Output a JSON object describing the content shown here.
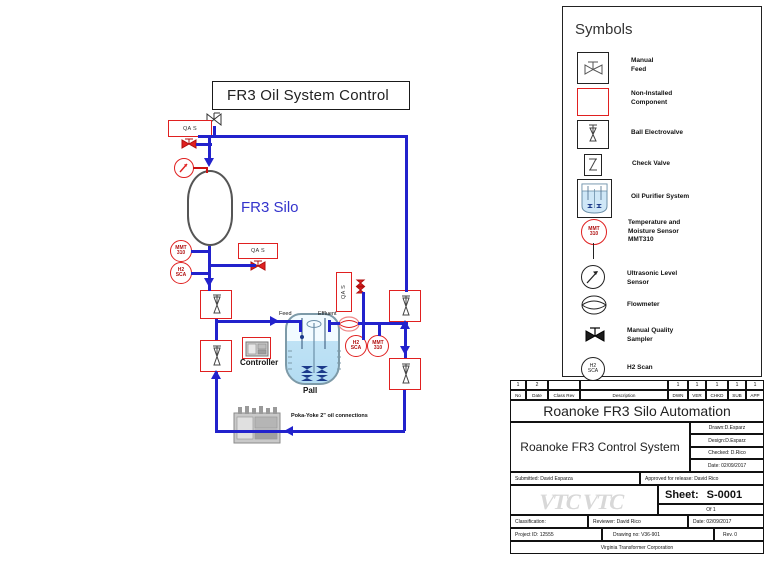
{
  "drawing": {
    "main_title": "FR3 Oil System Control",
    "silo_label": "FR3 Silo",
    "pall_label": "Pall",
    "controller_label": "Controller",
    "feed_label": "Feed",
    "effluent_label": "Effluent",
    "poka_yoke_note": "Poka-Yoke 2\" oil connections",
    "tags": {
      "qa_s": "QA S",
      "mmt_line1": "MMT",
      "mmt_line2": "310",
      "h2_line1": "H2",
      "h2_line2": "SCA"
    }
  },
  "legend": {
    "heading": "Symbols",
    "items": [
      {
        "icon": "manual-feed-valve-icon",
        "label": "Manual\nFeed"
      },
      {
        "icon": "non-installed-component-icon",
        "label": "Non-Installed\nComponent"
      },
      {
        "icon": "ball-electrovalve-icon",
        "label": "Ball Electrovalve"
      },
      {
        "icon": "check-valve-icon",
        "label": "Check Valve"
      },
      {
        "icon": "oil-purifier-system-icon",
        "label": "Oil Purifier System"
      },
      {
        "icon": "temperature-moisture-sensor-icon",
        "label": "Temperature and\nMoisture Sensor\nMMT310"
      },
      {
        "icon": "ultrasonic-level-sensor-icon",
        "label": "Ultrasonic Level\nSensor"
      },
      {
        "icon": "flowmeter-icon",
        "label": "Flowmeter"
      },
      {
        "icon": "manual-quality-sampler-icon",
        "label": "Manual Quality\nSampler"
      },
      {
        "icon": "h2-scan-icon",
        "label": "H2 Scan"
      }
    ]
  },
  "title_block": {
    "rev_numbers": [
      "1",
      "2",
      "",
      "",
      "1",
      "1",
      "1",
      "1",
      "1"
    ],
    "rev_headers": [
      "No",
      "Date",
      "Class Rev",
      "Description",
      "DWN",
      "VER",
      "CHKD",
      "SUB",
      "APP"
    ],
    "project_title": "Roanoke FR3 Silo Automation",
    "system_title": "Roanoke FR3 Control System",
    "drawn": "Drawn:D.Esparz",
    "design": "Design:D.Esparz",
    "checked": "Checked: D.Rico",
    "date_right": "Date: 02/09/2017",
    "submitted": "Submitted: David Esparza",
    "approved": "Approved for release: David Rico",
    "sheet_label": "Sheet:",
    "sheet_number": "S-0001",
    "sheet_of": "Of 1",
    "classification": "Classification:",
    "reviewer": "Reviewer: David Rico",
    "date_row": "Date: 02/09/2017",
    "project_id": "Project ID: 12555",
    "drawing_no": "Drawing no: V36-901",
    "revision": "Rev. 0",
    "company": "Virginia Transformer Corporation",
    "logo_text": "VTC VTC"
  },
  "colors": {
    "pipe_blue": "#2222cc",
    "component_red": "#e02020",
    "silo_text": "#3333cc",
    "vessel_fill": "#b3dcf2"
  }
}
